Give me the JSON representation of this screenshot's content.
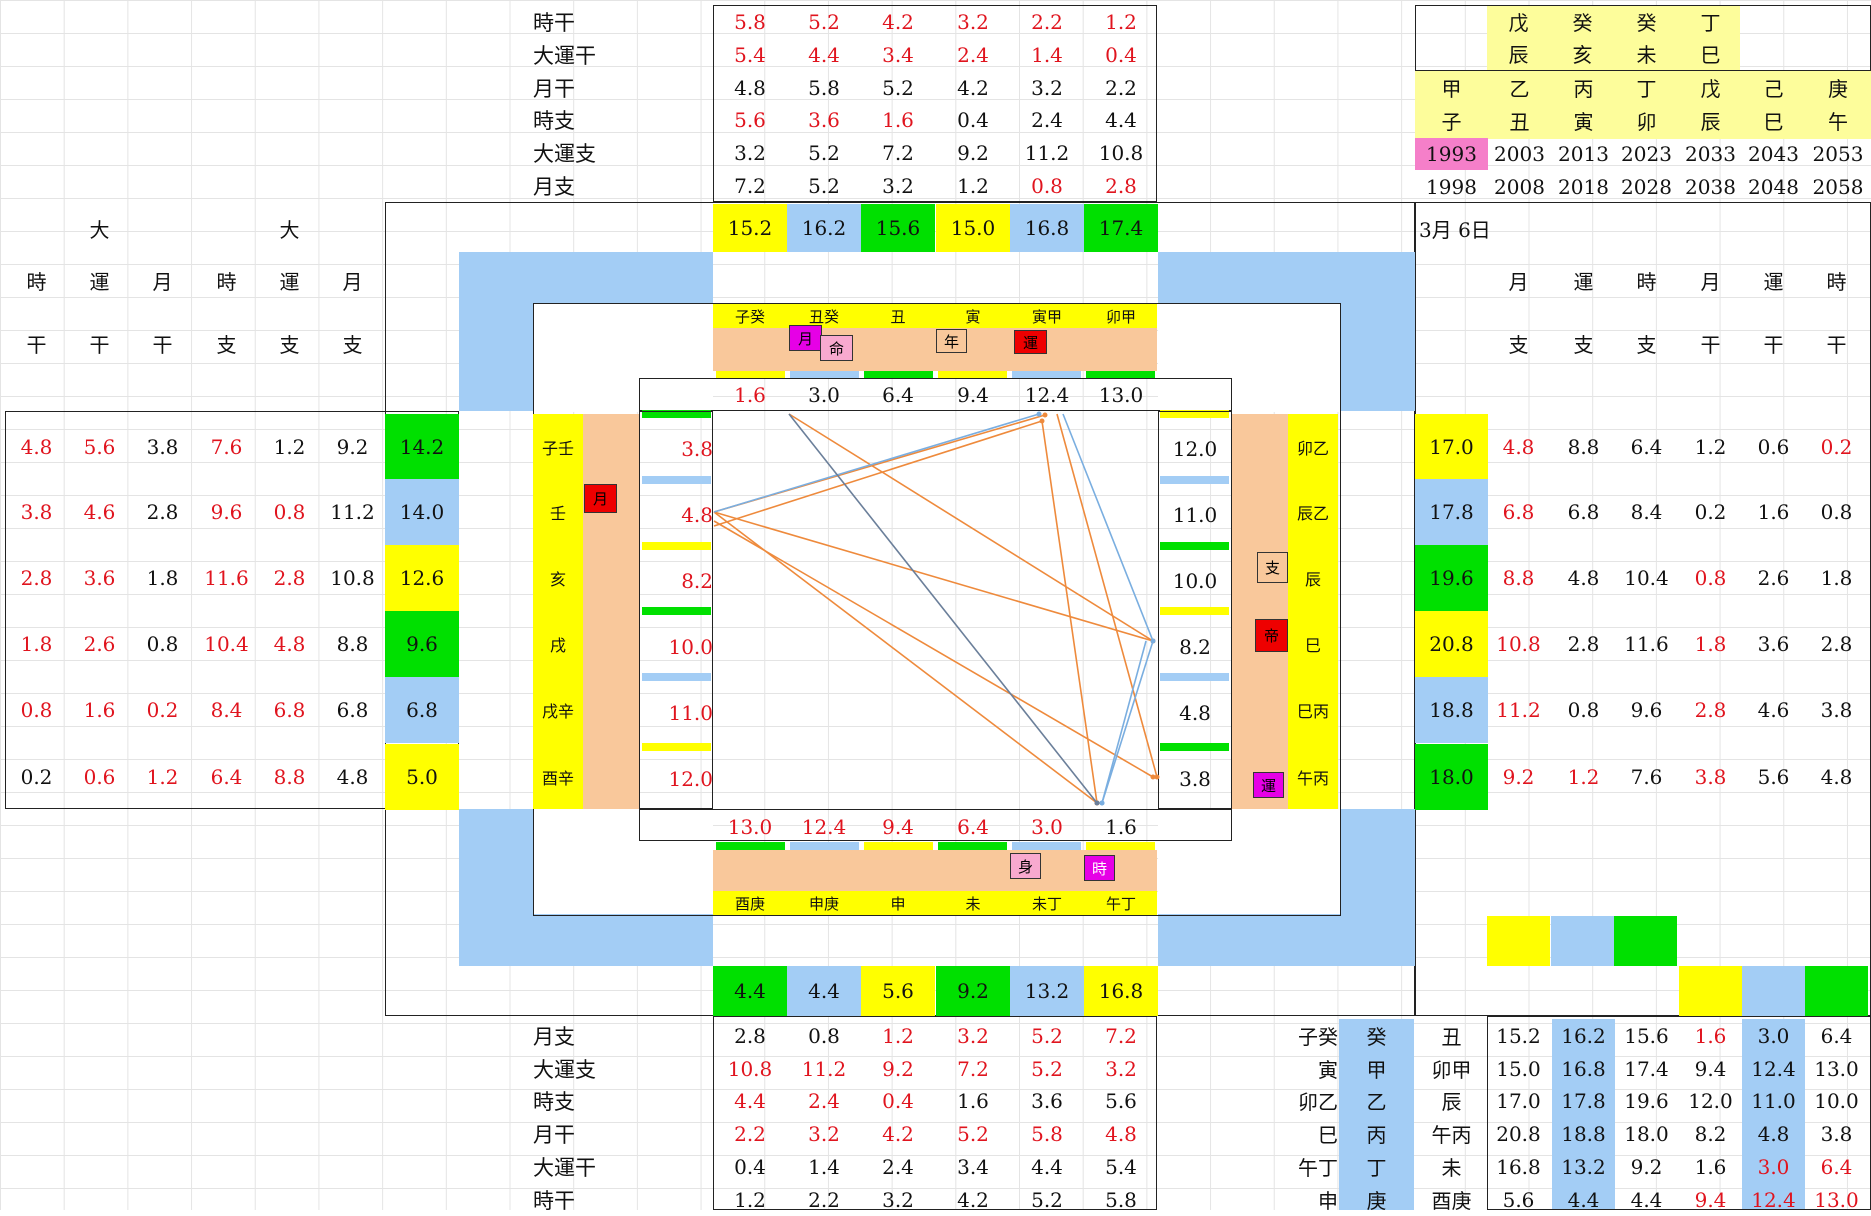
{
  "colors": {
    "yellow": "#ffff00",
    "blue": "#a3cdf5",
    "green": "#00e000",
    "peach": "#f9c89b",
    "paleyellow": "#fdfd9b",
    "pink": "#f57fc9",
    "red": "#ee0000",
    "magenta": "#e600e6",
    "lightpink": "#f8a9cf"
  },
  "top_rows": [
    {
      "label": "時干",
      "vals": [
        "5.8",
        "5.2",
        "4.2",
        "3.2",
        "2.2",
        "1.2"
      ],
      "red": [
        1,
        1,
        1,
        1,
        1,
        1
      ]
    },
    {
      "label": "大運干",
      "vals": [
        "5.4",
        "4.4",
        "3.4",
        "2.4",
        "1.4",
        "0.4"
      ],
      "red": [
        1,
        1,
        1,
        1,
        1,
        1
      ]
    },
    {
      "label": "月干",
      "vals": [
        "4.8",
        "5.8",
        "5.2",
        "4.2",
        "3.2",
        "2.2"
      ],
      "red": [
        0,
        0,
        0,
        0,
        0,
        0
      ]
    },
    {
      "label": "時支",
      "vals": [
        "5.6",
        "3.6",
        "1.6",
        "0.4",
        "2.4",
        "4.4"
      ],
      "red": [
        1,
        1,
        1,
        0,
        0,
        0
      ]
    },
    {
      "label": "大運支",
      "vals": [
        "3.2",
        "5.2",
        "7.2",
        "9.2",
        "11.2",
        "10.8"
      ],
      "red": [
        0,
        0,
        0,
        0,
        0,
        0
      ]
    },
    {
      "label": "月支",
      "vals": [
        "7.2",
        "5.2",
        "3.2",
        "1.2",
        "0.8",
        "2.8"
      ],
      "red": [
        0,
        0,
        0,
        0,
        1,
        1
      ]
    }
  ],
  "top_totals": {
    "vals": [
      "15.2",
      "16.2",
      "15.6",
      "15.0",
      "16.8",
      "17.4"
    ],
    "colors": [
      "yellow",
      "blue",
      "green",
      "yellow",
      "blue",
      "green"
    ]
  },
  "bottom_totals": {
    "vals": [
      "4.4",
      "4.4",
      "5.6",
      "9.2",
      "13.2",
      "16.8"
    ],
    "colors": [
      "green",
      "blue",
      "yellow",
      "green",
      "blue",
      "yellow"
    ]
  },
  "bottom_rows": [
    {
      "label": "月支",
      "vals": [
        "2.8",
        "0.8",
        "1.2",
        "3.2",
        "5.2",
        "7.2"
      ],
      "red": [
        0,
        0,
        1,
        1,
        1,
        1
      ]
    },
    {
      "label": "大運支",
      "vals": [
        "10.8",
        "11.2",
        "9.2",
        "7.2",
        "5.2",
        "3.2"
      ],
      "red": [
        1,
        1,
        1,
        1,
        1,
        1
      ]
    },
    {
      "label": "時支",
      "vals": [
        "4.4",
        "2.4",
        "0.4",
        "1.6",
        "3.6",
        "5.6"
      ],
      "red": [
        1,
        1,
        1,
        0,
        0,
        0
      ]
    },
    {
      "label": "月干",
      "vals": [
        "2.2",
        "3.2",
        "4.2",
        "5.2",
        "5.8",
        "4.8"
      ],
      "red": [
        1,
        1,
        1,
        1,
        1,
        1
      ]
    },
    {
      "label": "大運干",
      "vals": [
        "0.4",
        "1.4",
        "2.4",
        "3.4",
        "4.4",
        "5.4"
      ],
      "red": [
        0,
        0,
        0,
        0,
        0,
        0
      ]
    },
    {
      "label": "時干",
      "vals": [
        "1.2",
        "2.2",
        "3.2",
        "4.2",
        "5.2",
        "5.8"
      ],
      "red": [
        0,
        0,
        0,
        0,
        0,
        0
      ]
    }
  ],
  "left_headers": {
    "row1": [
      "",
      "大",
      "",
      "",
      "大",
      ""
    ],
    "row2": [
      "時",
      "運",
      "月",
      "時",
      "運",
      "月"
    ],
    "row3": [
      "干",
      "干",
      "干",
      "支",
      "支",
      "支"
    ]
  },
  "left_rows": [
    {
      "vals": [
        "4.8",
        "5.6",
        "3.8",
        "7.6",
        "1.2",
        "9.2"
      ],
      "red": [
        1,
        1,
        0,
        1,
        0,
        0
      ],
      "total": "14.2",
      "color": "green"
    },
    {
      "vals": [
        "3.8",
        "4.6",
        "2.8",
        "9.6",
        "0.8",
        "11.2"
      ],
      "red": [
        1,
        1,
        0,
        1,
        1,
        0
      ],
      "total": "14.0",
      "color": "blue"
    },
    {
      "vals": [
        "2.8",
        "3.6",
        "1.8",
        "11.6",
        "2.8",
        "10.8"
      ],
      "red": [
        1,
        1,
        0,
        1,
        1,
        0
      ],
      "total": "12.6",
      "color": "yellow"
    },
    {
      "vals": [
        "1.8",
        "2.6",
        "0.8",
        "10.4",
        "4.8",
        "8.8"
      ],
      "red": [
        1,
        1,
        0,
        1,
        1,
        0
      ],
      "total": "9.6",
      "color": "green"
    },
    {
      "vals": [
        "0.8",
        "1.6",
        "0.2",
        "8.4",
        "6.8",
        "6.8"
      ],
      "red": [
        1,
        1,
        1,
        1,
        1,
        0
      ],
      "total": "6.8",
      "color": "blue"
    },
    {
      "vals": [
        "0.2",
        "0.6",
        "1.2",
        "6.4",
        "8.8",
        "4.8"
      ],
      "red": [
        0,
        1,
        1,
        1,
        1,
        0
      ],
      "total": "5.0",
      "color": "yellow"
    }
  ],
  "right_headers": {
    "row2": [
      "月",
      "運",
      "時",
      "月",
      "運",
      "時"
    ],
    "row3": [
      "支",
      "支",
      "支",
      "干",
      "干",
      "干"
    ]
  },
  "right_rows": [
    {
      "total": "17.0",
      "color": "yellow",
      "vals": [
        "4.8",
        "8.8",
        "6.4",
        "1.2",
        "0.6",
        "0.2"
      ],
      "red": [
        1,
        0,
        0,
        0,
        0,
        1
      ]
    },
    {
      "total": "17.8",
      "color": "blue",
      "vals": [
        "6.8",
        "6.8",
        "8.4",
        "0.2",
        "1.6",
        "0.8"
      ],
      "red": [
        1,
        0,
        0,
        0,
        0,
        0
      ]
    },
    {
      "total": "19.6",
      "color": "green",
      "vals": [
        "8.8",
        "4.8",
        "10.4",
        "0.8",
        "2.6",
        "1.8"
      ],
      "red": [
        1,
        0,
        0,
        1,
        0,
        0
      ]
    },
    {
      "total": "20.8",
      "color": "yellow",
      "vals": [
        "10.8",
        "2.8",
        "11.6",
        "1.8",
        "3.6",
        "2.8"
      ],
      "red": [
        1,
        0,
        0,
        1,
        0,
        0
      ]
    },
    {
      "total": "18.8",
      "color": "blue",
      "vals": [
        "11.2",
        "0.8",
        "9.6",
        "2.8",
        "4.6",
        "3.8"
      ],
      "red": [
        1,
        0,
        0,
        1,
        0,
        0
      ]
    },
    {
      "total": "18.0",
      "color": "green",
      "vals": [
        "9.2",
        "1.2",
        "7.6",
        "3.8",
        "5.6",
        "4.8"
      ],
      "red": [
        1,
        1,
        0,
        1,
        0,
        0
      ]
    }
  ],
  "top_right": {
    "pair_a": [
      "戊",
      "癸",
      "辰",
      "亥"
    ],
    "pair_b": [
      "癸",
      "丁",
      "未",
      "巳"
    ],
    "stems": [
      "甲",
      "乙",
      "丙",
      "丁",
      "戊",
      "己",
      "庚"
    ],
    "branches": [
      "子",
      "丑",
      "寅",
      "卯",
      "辰",
      "巳",
      "午"
    ],
    "years1": [
      "1993",
      "2003",
      "2013",
      "2023",
      "2033",
      "2043",
      "2053"
    ],
    "years2": [
      "1998",
      "2008",
      "2018",
      "2028",
      "2038",
      "2048",
      "2058"
    ],
    "date": "3月 6日"
  },
  "inner_top": {
    "branch_labels": [
      "子癸",
      "丑癸",
      "丑",
      "寅",
      "寅甲",
      "卯甲"
    ],
    "values": [
      "1.6",
      "3.0",
      "6.4",
      "9.4",
      "12.4",
      "13.0"
    ],
    "tags": [
      "月",
      "命",
      "年",
      "運"
    ]
  },
  "inner_bottom": {
    "branch_labels": [
      "酉庚",
      "申庚",
      "申",
      "未",
      "未丁",
      "午丁"
    ],
    "values": [
      "13.0",
      "12.4",
      "9.4",
      "6.4",
      "3.0",
      "1.6"
    ],
    "tags": [
      "身",
      "時"
    ]
  },
  "inner_left": {
    "labels": [
      "子壬",
      "壬",
      "亥",
      "戌",
      "戌辛",
      "酉辛"
    ],
    "values": [
      "3.8",
      "4.8",
      "8.2",
      "10.0",
      "11.0",
      "12.0"
    ],
    "tags": [
      "月"
    ]
  },
  "inner_right": {
    "labels": [
      "卯乙",
      "辰乙",
      "辰",
      "巳",
      "巳丙",
      "午丙"
    ],
    "values": [
      "12.0",
      "11.0",
      "10.0",
      "8.2",
      "4.8",
      "3.8"
    ],
    "tags": [
      "支",
      "帝",
      "運"
    ]
  },
  "bottom_right_rows": [
    {
      "a": "子癸",
      "b": "癸",
      "c": "丑",
      "vals": [
        "15.2",
        "16.2",
        "15.6",
        "1.6",
        "3.0",
        "6.4"
      ],
      "red": [
        0,
        0,
        0,
        1,
        0,
        0
      ]
    },
    {
      "a": "寅",
      "b": "甲",
      "c": "卯甲",
      "vals": [
        "15.0",
        "16.8",
        "17.4",
        "9.4",
        "12.4",
        "13.0"
      ],
      "red": [
        0,
        0,
        0,
        0,
        0,
        0
      ]
    },
    {
      "a": "卯乙",
      "b": "乙",
      "c": "辰",
      "vals": [
        "17.0",
        "17.8",
        "19.6",
        "12.0",
        "11.0",
        "10.0"
      ],
      "red": [
        0,
        0,
        0,
        0,
        0,
        0
      ]
    },
    {
      "a": "巳",
      "b": "丙",
      "c": "午丙",
      "vals": [
        "20.8",
        "18.8",
        "18.0",
        "8.2",
        "4.8",
        "3.8"
      ],
      "red": [
        0,
        0,
        0,
        0,
        0,
        0
      ]
    },
    {
      "a": "午丁",
      "b": "丁",
      "c": "未",
      "vals": [
        "16.8",
        "13.2",
        "9.2",
        "1.6",
        "3.0",
        "6.4"
      ],
      "red": [
        0,
        0,
        0,
        0,
        1,
        1
      ]
    },
    {
      "a": "申",
      "b": "庚",
      "c": "酉庚",
      "vals": [
        "5.6",
        "4.4",
        "4.4",
        "9.4",
        "12.4",
        "13.0"
      ],
      "red": [
        0,
        0,
        0,
        1,
        1,
        1
      ]
    }
  ]
}
